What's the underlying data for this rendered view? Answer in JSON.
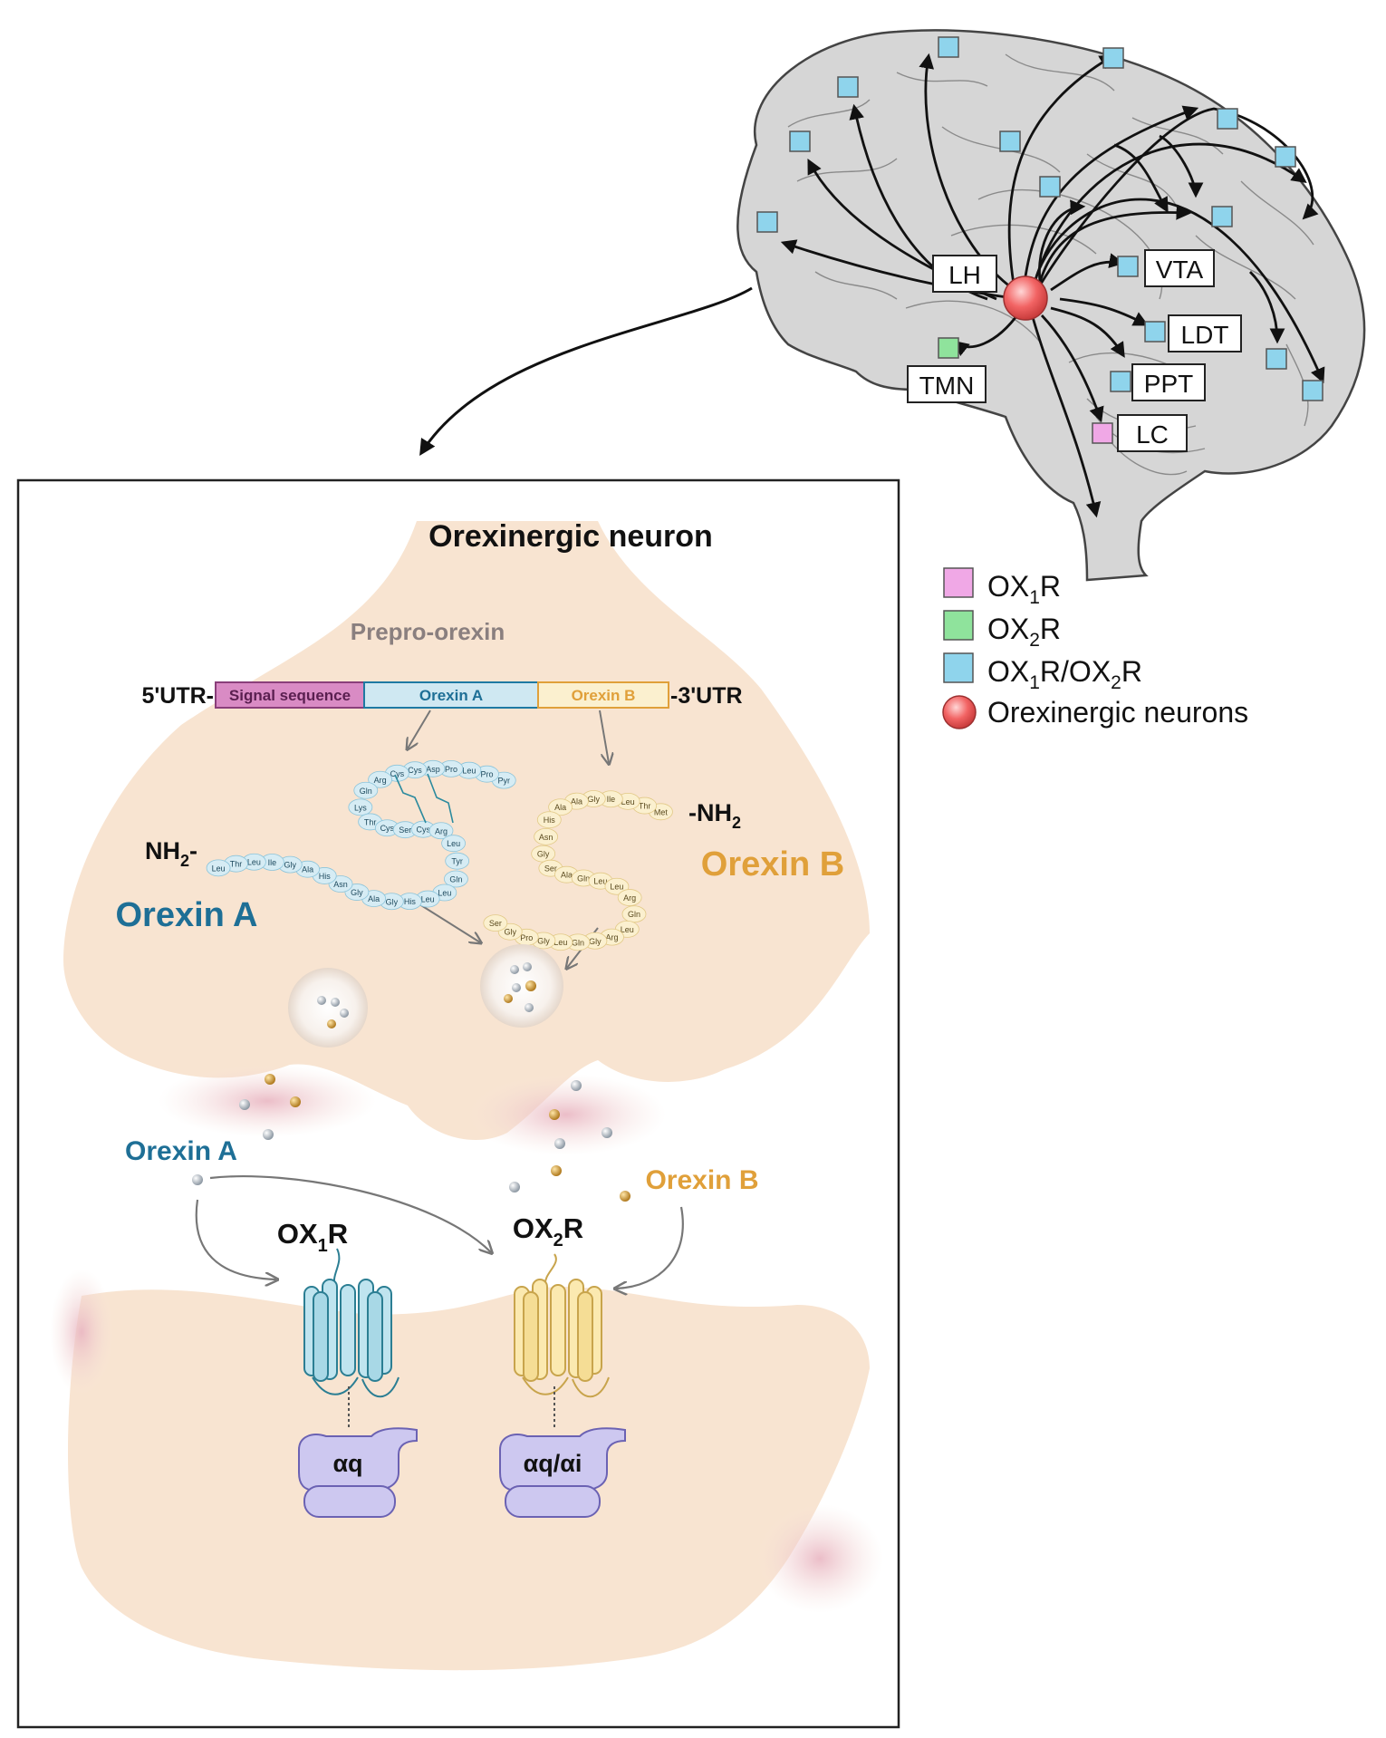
{
  "brain": {
    "regions": [
      {
        "id": "lh",
        "label": "LH"
      },
      {
        "id": "vta",
        "label": "VTA"
      },
      {
        "id": "ldt",
        "label": "LDT"
      },
      {
        "id": "ppt",
        "label": "PPT"
      },
      {
        "id": "tmn",
        "label": "TMN"
      },
      {
        "id": "lc",
        "label": "LC"
      }
    ]
  },
  "legend": [
    {
      "id": "ox1r",
      "base": "OX",
      "sub": "1",
      "rest": "R",
      "color": "#f0a8e6"
    },
    {
      "id": "ox2r",
      "base": "OX",
      "sub": "2",
      "rest": "R",
      "color": "#8fe39c"
    },
    {
      "id": "both",
      "base": "OX",
      "sub": "1",
      "mid": "R/OX",
      "sub2": "2",
      "rest": "R",
      "color": "#8fd4ec"
    },
    {
      "id": "neuron",
      "label": "Orexinergic neurons",
      "color": "#f26464"
    }
  ],
  "panel": {
    "title": "Orexinergic neuron",
    "gene_title": "Prepro-orexin",
    "utr5": "5'UTR-",
    "utr3": "-3'UTR",
    "segments": {
      "signal": "Signal sequence",
      "orexin_a": "Orexin A",
      "orexin_b": "Orexin B"
    },
    "orexin_a_label": "Orexin A",
    "orexin_b_label": "Orexin B",
    "nh2_a": {
      "base": "NH",
      "sub": "2",
      "rest": "-"
    },
    "nh2_b": {
      "base": "-NH",
      "sub": "2"
    },
    "peptide_a": [
      "Pyr",
      "Pro",
      "Leu",
      "Pro",
      "Asp",
      "Cys",
      "Cys",
      "Arg",
      "Gln",
      "Lys",
      "Thr",
      "Cys",
      "Ser",
      "Cys",
      "Arg",
      "Leu",
      "Tyr",
      "Gln",
      "Leu",
      "Leu",
      "His",
      "Gly",
      "Ala",
      "Gly",
      "Asn",
      "His",
      "Ala",
      "Gly",
      "Ile",
      "Leu",
      "Thr",
      "Leu"
    ],
    "peptide_b": [
      "Met",
      "Thr",
      "Leu",
      "Ile",
      "Gly",
      "Ala",
      "Ala",
      "His",
      "Asn",
      "Gly",
      "Ser",
      "Ala",
      "Gln",
      "Leu",
      "Leu",
      "Arg",
      "Gln",
      "Leu",
      "Arg",
      "Gly",
      "Gln",
      "Leu",
      "Gly",
      "Pro",
      "Gly",
      "Ser"
    ],
    "lower_orexin_a": "Orexin A",
    "lower_orexin_b": "Orexin B",
    "receptor1": {
      "base": "OX",
      "sub": "1",
      "rest": "R",
      "gprotein": "αq"
    },
    "receptor2": {
      "base": "OX",
      "sub": "2",
      "rest": "R",
      "gprotein": "αq/αi"
    }
  }
}
